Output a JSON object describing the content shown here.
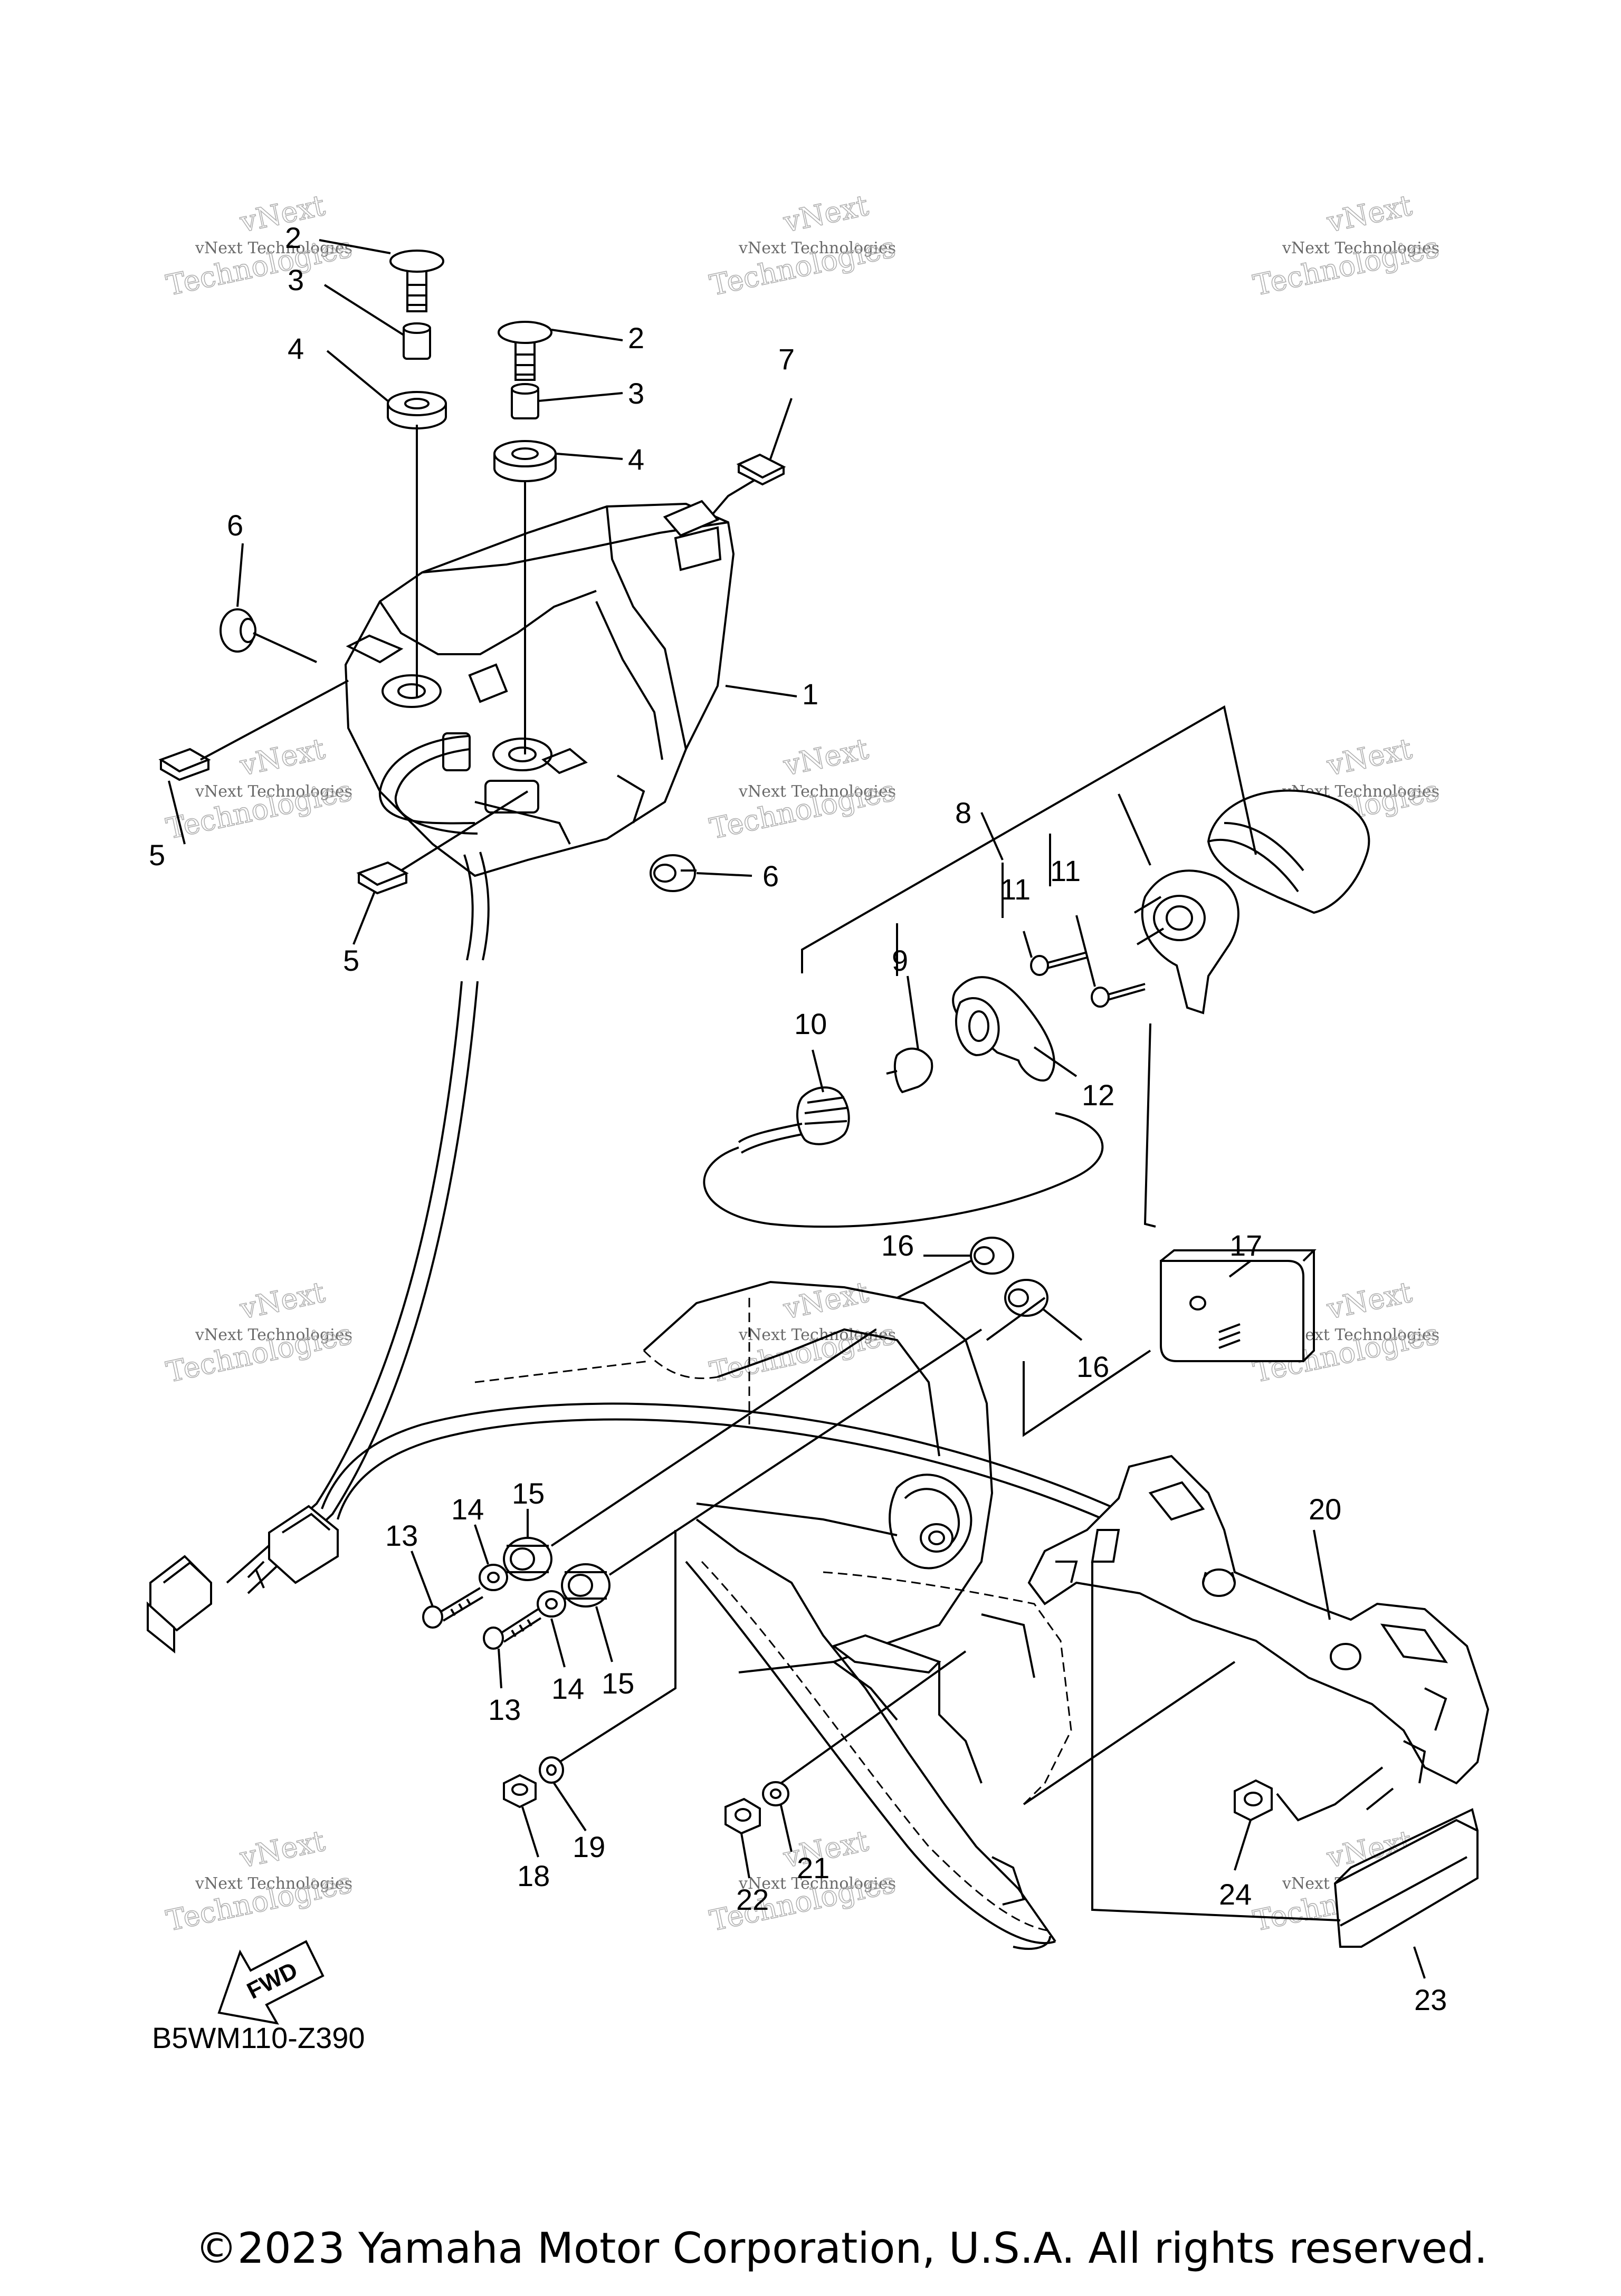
{
  "diagram": {
    "code": "B5WM110-Z390",
    "copyright": "©2023 Yamaha Motor Corporation, U.S.A. All rights reserved.",
    "fwd_label": "FWD",
    "watermark": {
      "small": "vNext Technologies",
      "large": "Technologies",
      "top": "vNext"
    },
    "callouts": {
      "c1": "1",
      "c2a": "2",
      "c2b": "2",
      "c3a": "3",
      "c3b": "3",
      "c4a": "4",
      "c4b": "4",
      "c5a": "5",
      "c5b": "5",
      "c6a": "6",
      "c6b": "6",
      "c7": "7",
      "c8": "8",
      "c9": "9",
      "c10": "10",
      "c11a": "11",
      "c11b": "11",
      "c12": "12",
      "c13a": "13",
      "c13b": "13",
      "c14a": "14",
      "c14b": "14",
      "c15a": "15",
      "c15b": "15",
      "c16a": "16",
      "c16b": "16",
      "c17": "17",
      "c18": "18",
      "c19": "19",
      "c20": "20",
      "c21": "21",
      "c22": "22",
      "c23": "23",
      "c24": "24"
    }
  }
}
